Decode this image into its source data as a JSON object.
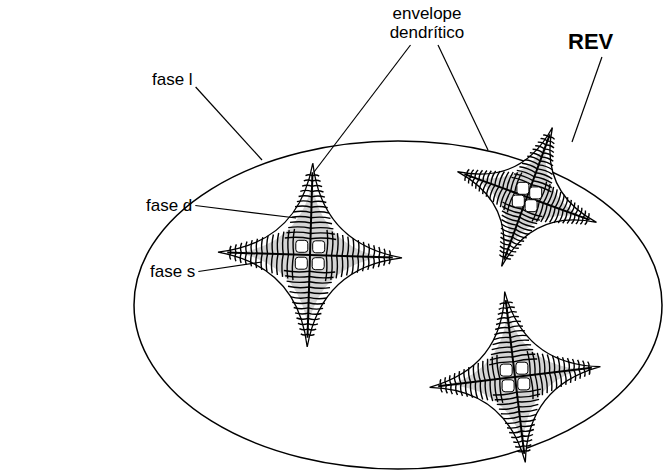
{
  "diagram": {
    "labels": [
      "REV",
      "envelope dendrítico",
      "fase l",
      "fase d",
      "fase s"
    ]
  }
}
